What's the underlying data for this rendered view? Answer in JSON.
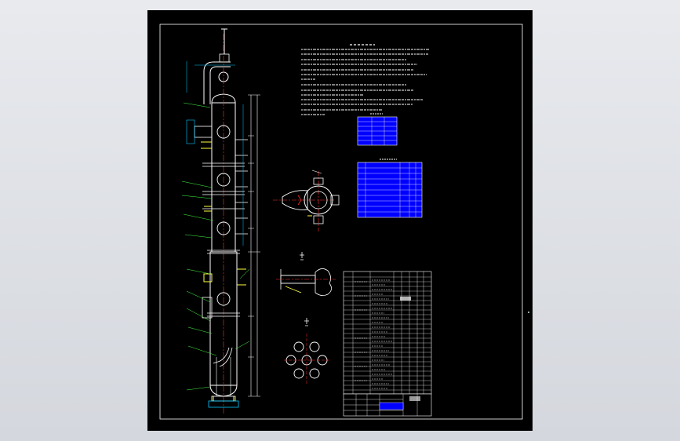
{
  "viewer": {
    "background_top": "#e8eaee",
    "background_bottom": "#d4d7dd"
  },
  "drawing": {
    "sheet_color": "#000000",
    "frame_color": "#ffffff",
    "colors": {
      "vessel": "#ffffff",
      "dimension": "#00c8ff",
      "centerline": "#ff3030",
      "nozzle": "#ffff40",
      "leader": "#40ff40",
      "table_fill": "#0000ff",
      "table_line": "#ffffff"
    },
    "views": [
      "main-elevation-view",
      "top-section-view",
      "nozzle-detail-view",
      "tube-layout-view"
    ],
    "tables": [
      "technical-requirements-block",
      "design-data-table",
      "nozzle-table",
      "parts-list",
      "title-block"
    ]
  }
}
